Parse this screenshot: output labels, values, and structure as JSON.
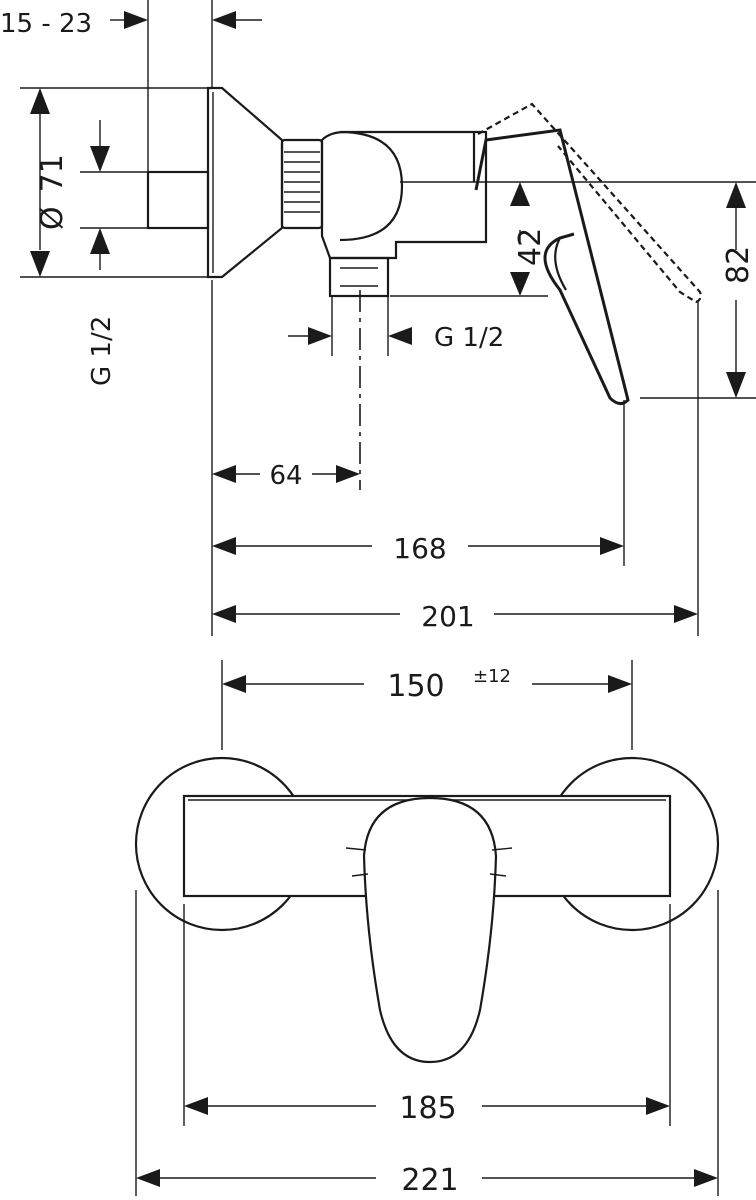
{
  "side_view": {
    "wall_thickness": "15 - 23",
    "diameter_symbol": "Ø",
    "diameter_value": "71",
    "inlet_thread": "G 1/2",
    "outlet_thread": "G 1/2",
    "outlet_height": "42",
    "lever_height": "82",
    "inlet_offset": "64",
    "lever_reach": "168",
    "overall_depth": "201"
  },
  "front_view": {
    "center_distance": "150",
    "center_tolerance": "±12",
    "body_width": "185",
    "overall_width": "221"
  }
}
